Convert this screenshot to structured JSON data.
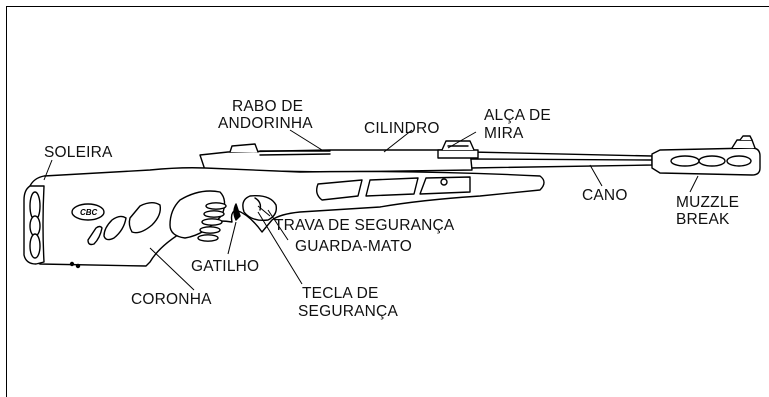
{
  "labels": {
    "rabo_de_andorinha": [
      "RABO DE",
      "ANDORINHA"
    ],
    "cilindro": "CILINDRO",
    "alca_de_mira": [
      "ALÇA DE",
      "MIRA"
    ],
    "soleira": "SOLEIRA",
    "cano": "CANO",
    "muzzle_break": [
      "MUZZLE",
      "BREAK"
    ],
    "trava_de_seguranca": "TRAVA DE SEGURANÇA",
    "guarda_mato": "GUARDA-MATO",
    "gatilho": "GATILHO",
    "coronha": "CORONHA",
    "tecla_de_seguranca": [
      "TECLA DE",
      "SEGURANÇA"
    ],
    "logo_text": "CBC"
  },
  "colors": {
    "line": "#000000",
    "fill": "#ffffff"
  }
}
